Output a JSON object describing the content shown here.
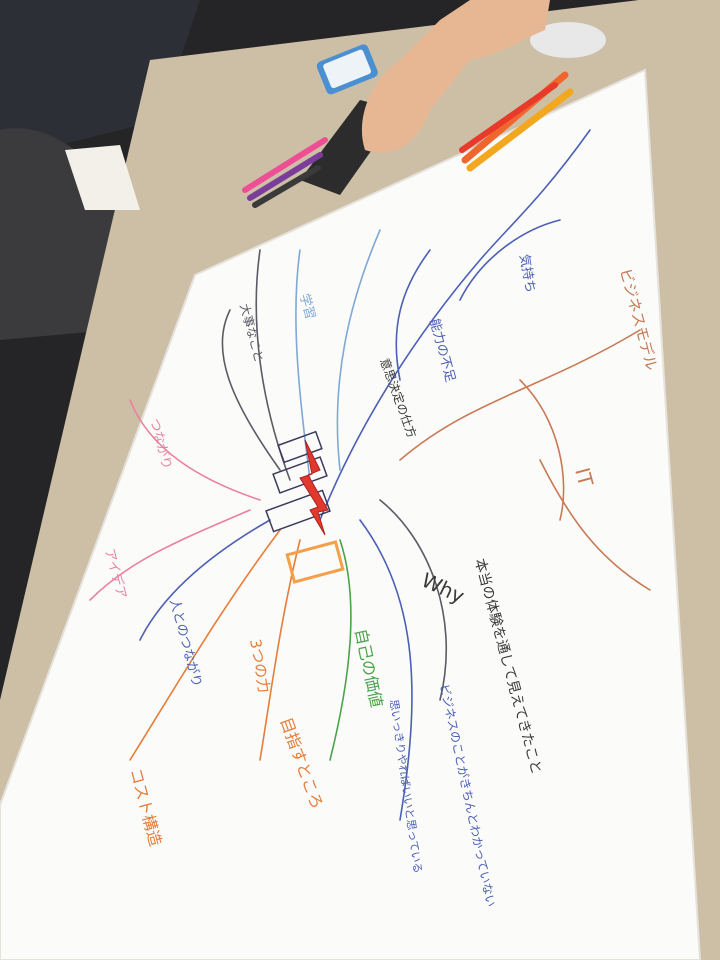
{
  "photo": {
    "subject": "mind-map",
    "labels": {
      "why": "Why",
      "it": "IT",
      "bizmodel": "ビジネスモデル",
      "decision": "意思決定の仕方",
      "lack_ability": "能力の不足",
      "mind": "気持ち",
      "idea": "アイデア",
      "cost": "コスト構造",
      "quote_a": "本当の体験を通して見えてきたこと",
      "quote_b": "ビジネスのことがきちんとわかっていない",
      "quote_c": "思いっきりやればいいと思っている",
      "self_value": "自己の価値",
      "what_to_aim": "目指すところ",
      "people": "人とのつながり",
      "three": "3つの力",
      "study": "学習",
      "important": "大事なこと",
      "connection": "つながり"
    }
  },
  "colors": {
    "table": "#cdbfa6",
    "paper": "#fbfbfa",
    "arrow": "#e0392d",
    "center": "#f4a04a",
    "blue": "#4b5fb5",
    "lightblue": "#7fa8d6",
    "brown": "#c77a54",
    "pink": "#ea7fa3",
    "green": "#4aa24a",
    "orange": "#e67d3a",
    "purple": "#6b4fa0"
  }
}
